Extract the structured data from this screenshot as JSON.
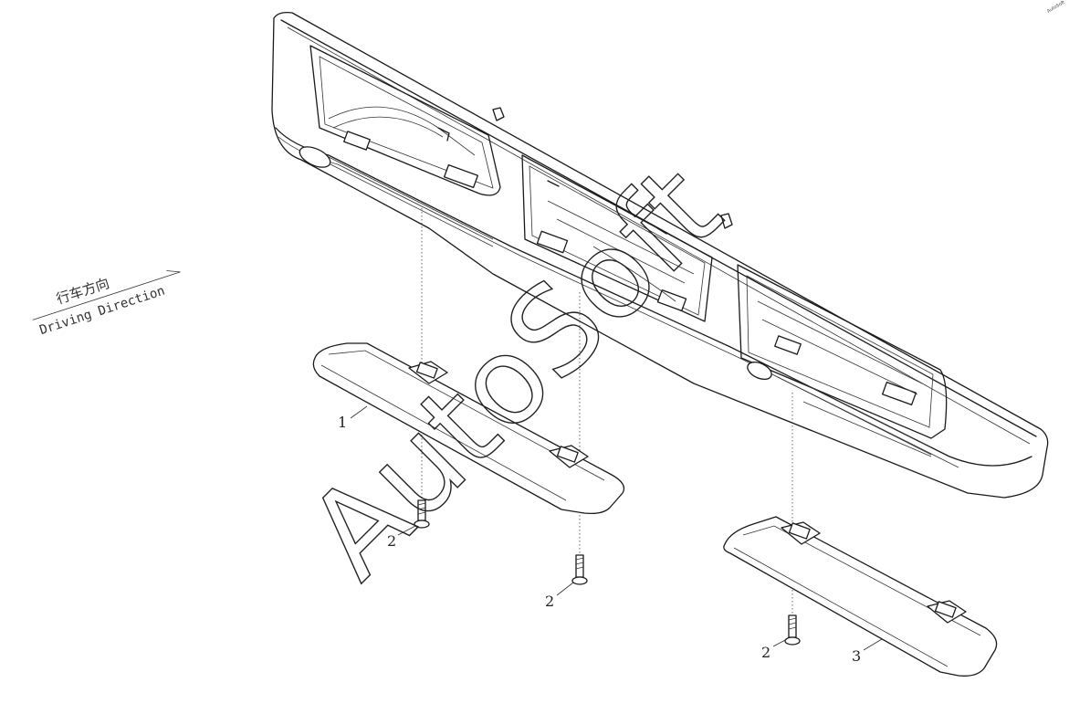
{
  "watermark": {
    "text": "AutoSoft",
    "corner_text": "AutoSoft"
  },
  "direction": {
    "label_cn": "行车方向",
    "label_en": "Driving Direction"
  },
  "callouts": [
    {
      "id": "1",
      "label": "1"
    },
    {
      "id": "2a",
      "label": "2"
    },
    {
      "id": "2b",
      "label": "2"
    },
    {
      "id": "2c",
      "label": "2"
    },
    {
      "id": "3",
      "label": "3"
    }
  ]
}
